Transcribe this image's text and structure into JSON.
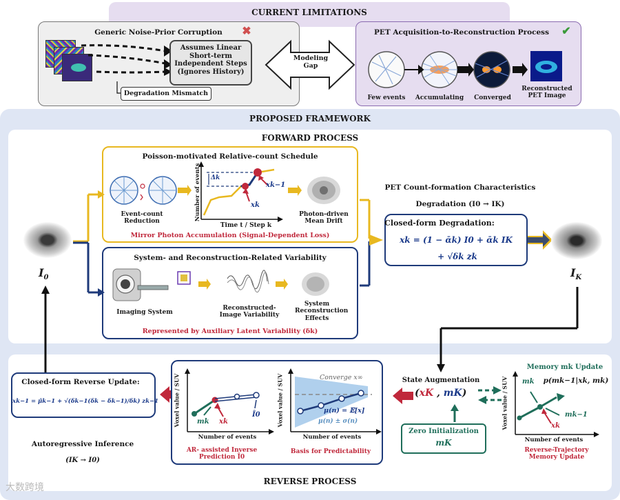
{
  "limitations": {
    "header": "CURRENT LIMITATIONS",
    "generic": {
      "title": "Generic Noise-Prior Corruption",
      "assumption": "Assumes Linear Short-term Independent Steps (Ignores History)",
      "mismatch": "Degradation Mismatch"
    },
    "modeling_gap": "Modeling Gap",
    "pet": {
      "title": "PET Acquisition-to-Reconstruction Process",
      "stages": [
        "Few events",
        "Accumulating",
        "Converged"
      ],
      "result": "Reconstructed PET Image"
    }
  },
  "framework": {
    "header": "PROPOSED FRAMEWORK",
    "forward_header": "FORWARD PROCESS",
    "reverse_header": "REVERSE PROCESS",
    "input_label": "I",
    "input_sub": "0",
    "output_label": "I",
    "output_sub": "K"
  },
  "poisson": {
    "title": "Poisson-motivated Relative-count Schedule",
    "event_reduction": "Event-count Reduction",
    "ylabel": "Number of events",
    "xlabel": "Time t / Step k",
    "delta": "Δk",
    "xk": "xk",
    "xk1": "xk−1",
    "drift": "Photon-driven Mean Drift",
    "footer": "Mirror Photon Accumulation (Signal-Dependent Loss)"
  },
  "system": {
    "title": "System- and Reconstruction-Related Variability",
    "imaging": "Imaging System",
    "variability": "Reconstructed-Image Variability",
    "effects": "System Reconstruction Effects",
    "footer": "Represented by Auxiliary Latent Variability (δk)"
  },
  "degradation": {
    "char_title": "PET Count-formation Characteristics",
    "subtitle": "Degradation (I0 → IK)",
    "box_title": "Closed-form Degradation:",
    "eq1": "xk = (1 − ᾱk) I0 + ᾱk IK",
    "eq2": "+ √δk zk"
  },
  "reverse": {
    "update_title": "Closed-form Reverse Update:",
    "update_eq": "xk−1 = μ̂k−1 + √(δk−1(δk − δk−1)/δk) zk−1",
    "ar_title": "Autoregressive Inference",
    "ar_sub": "(IK → I0)",
    "panel1": {
      "ylabel": "Voxel value / SUV",
      "xlabel": "Number of events",
      "mk": "mk",
      "xk": "xk",
      "i0": "Î0",
      "caption": "AR- assisted Inverse Prediction Î0"
    },
    "panel2": {
      "ylabel": "Voxel value / SUV",
      "xlabel": "Number of events",
      "converge": "Converge x∞",
      "mu": "μ(n) = 𝔼[x]",
      "sigma": "μ(n) ± σ(n)",
      "caption": "Basis for Predictability"
    },
    "state_aug": "State Augmentation",
    "state_x": "xK",
    "state_m": "mK",
    "zero_init": "Zero Initialization",
    "zero_m": "mK",
    "memory": {
      "title": "Memory mk Update",
      "eq": "p(mk−1|xk, mk)",
      "ylabel": "Voxel value / SUV",
      "xlabel": "Number of events",
      "mk": "mk",
      "mk1": "mk−1",
      "xk": "xk",
      "caption": "Reverse-Trajectory Memory Update"
    }
  },
  "watermark": "大数跨境",
  "colors": {
    "gold": "#e8b820",
    "navy": "#1e3a7a",
    "teal": "#1f6e5a",
    "red": "#c0283b",
    "lavender": "#e6ddf0",
    "bluebg": "#dfe6f4"
  }
}
